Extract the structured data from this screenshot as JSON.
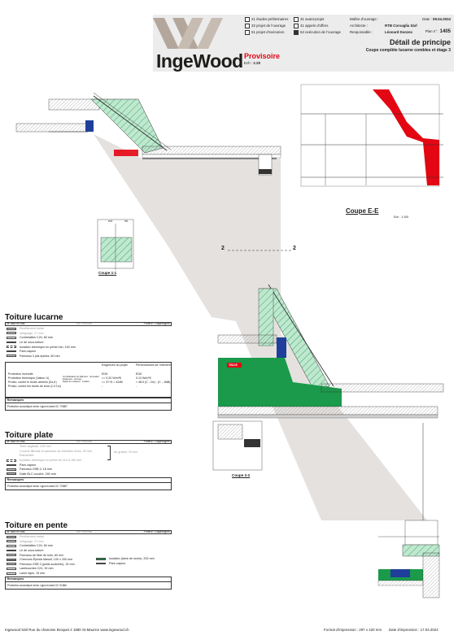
{
  "header": {
    "logo": "IngeWood",
    "status_label": "Provisoire",
    "scale_label": "Ech :",
    "scale_value": "1:20",
    "phases": [
      {
        "label": "21 études préliminaires",
        "checked": false
      },
      {
        "label": "31 avant-projet",
        "checked": false
      },
      {
        "label": "32 projet de l'ouvrage",
        "checked": false
      },
      {
        "label": "41 appels d'offres",
        "checked": false
      },
      {
        "label": "51 projet d'exécution",
        "checked": false
      },
      {
        "label": "52 exécution de l'ouvrage",
        "checked": true
      }
    ],
    "fields": {
      "owner_label": "Maître d'ouvrage :",
      "architect_label": "Architecte :",
      "architect_value": "RTB Corvaglia Sàrl",
      "responsible_label": "Responsable :",
      "responsible_value": "Léonard Donzec",
      "date_label": "Date :",
      "date_value": "09.04.2024",
      "plan_label": "Plan n° :",
      "plan_value": "1405"
    },
    "title": "Détail de principe",
    "subtitle": "Coupe complète lucarne combles et étage 3"
  },
  "drawing": {
    "coupe_ee": "Coupe E-E",
    "coupe_ee_scale": "Ech : 1:100",
    "coupe_11": "Coupe 1-1",
    "coupe_22": "Coupe 2-2",
    "section_marks": [
      "2",
      "2"
    ],
    "ext_label": "ext.",
    "int_label": "int.",
    "tag_red": "TB125"
  },
  "sections": {
    "lucarne": {
      "title": "Toiture lucarne",
      "sub": "de haut en bas",
      "col_mid": "non mandaté",
      "col_right": "Porteur / Diaphragme",
      "layers": [
        {
          "label": "Revêtement métal",
          "faded": true,
          "swatch": "#cfcfcf"
        },
        {
          "label": "Voligeage, 27 mm",
          "faded": true,
          "swatch": "#e5e5e5"
        },
        {
          "label": "Contrelattes C24, 60 mm",
          "faded": false,
          "swatch": "#ffffff"
        },
        {
          "label": "Lé de sous-toiture",
          "faded": false,
          "swatch": "#111111"
        },
        {
          "label": "Isolation thermique en pente min. 100 mm",
          "faded": false,
          "swatch": "#ffffff"
        },
        {
          "label": "Pare-vapeur",
          "faded": false,
          "swatch": "#e30613"
        },
        {
          "label": "Panneau 3 plis épicéa, 60 mm",
          "faded": false,
          "swatch": "#dcdcdc"
        }
      ],
      "perf_head": [
        "Exigences du projet",
        "Performances de l'élément"
      ],
      "perf_rows": [
        {
          "label": "Protection incendie",
          "req": "EI30",
          "perf": "EI30"
        },
        {
          "label": "Protection thermique (Valeur U)",
          "req": "<= 0.20 W/m²K",
          "perf": "0.13 W/m²K"
        },
        {
          "label": "Protec. contre le bruits aériens (Dᴀ,tr)",
          "req": "<= 37+5 = 42dB",
          "perf": "> 48.0 (C ; Ctr) : (C ; -8dB)"
        },
        {
          "label": "Protec. contre les bruits de choc (L'nT,w)",
          "req": "-",
          "perf": "-"
        }
      ],
      "perf_notes": [
        "Immobilisation du bâtiment : rénovation",
        "Exigences : accrues",
        "Degré de nuisance : modéré"
      ],
      "remarks_title": "Remarques",
      "remarks": "Protection acoustique selon Lignum data GC 703f87"
    },
    "plate": {
      "title": "Toiture plate",
      "sub": "de haut en bas",
      "col_mid": "non mandaté",
      "col_right": "Porteur / Diaphragme",
      "layers": [
        {
          "label": "Terre végétale, 100 mm",
          "faded": true,
          "swatch": "#ffffff"
        },
        {
          "label": "Couche filtrante et panneau de rétention d'eau, 35 mm",
          "faded": true,
          "swatch": "#ffffff"
        },
        {
          "label": "Étanchéité",
          "faded": true,
          "swatch": "#ffffff"
        },
        {
          "label": "Isolation thermique en pente de 210 à 160 mm",
          "faded": true,
          "swatch": "#ffffff"
        },
        {
          "label": "Pare-vapeur",
          "faded": false,
          "swatch": "#e30613"
        },
        {
          "label": "Panneau OSB 3, 18 mm",
          "faded": false,
          "swatch": "#cfcfcf"
        },
        {
          "label": "Dalle BLC couché, 240 mm",
          "faded": false,
          "swatch": "#b5b5b5"
        }
      ],
      "bracket_note": "Au gravier, 20 mm",
      "remarks_title": "Remarques",
      "remarks": "Protection acoustique selon Lignum data GC 703f87"
    },
    "pente": {
      "title": "Toiture en pente",
      "sub": "de haut en bas",
      "col_mid": "non mandaté",
      "col_right": "Porteur / Diaphragme",
      "layers": [
        {
          "label": "Revêtement métal",
          "faded": true,
          "swatch": "#cfcfcf"
        },
        {
          "label": "Voligeage, 27 mm",
          "faded": true,
          "swatch": "#e5e5e5"
        },
        {
          "label": "Contrelattes C24, 60 mm",
          "faded": false,
          "swatch": "#ffffff"
        },
        {
          "label": "Lé de sous-toiture",
          "faded": false,
          "swatch": "#111111"
        },
        {
          "label": "Panneau de fibre de bois, 60 mm",
          "faded": false,
          "swatch": "#dcdcdc"
        },
        {
          "label": "Chevrons Épicéa Massif, 100 x 200 mm",
          "faded": false,
          "swatch": "#8a8a8a"
        },
        {
          "label": "Panneau OSB 3 (joints scotchés), 15 mm",
          "faded": false,
          "swatch": "#cfcfcf"
        },
        {
          "label": "Lambourdes C24, 30 mm",
          "faded": false,
          "swatch": "#ffffff"
        },
        {
          "label": "Lame lapin, 19 mm",
          "faded": false,
          "swatch": "#ffffff"
        }
      ],
      "legend_extra": [
        {
          "label": "Isolation (laine de roche), 200 mm",
          "swatch": "#1a9a4a"
        },
        {
          "label": "Pare-vapeur",
          "swatch": "#e30613"
        }
      ],
      "remarks_title": "Remarques",
      "remarks": "Protection acoustique selon Lignum data GC 0186b"
    }
  },
  "footer": {
    "address": "Ingewood Sàrl Rue du chanoine Broquet 2 1890 St-Maurice www.ingewood.ch",
    "format": "Format d'impression : 297 x 420 mm",
    "print_date": "Date d'impression : 17.04.2024"
  },
  "colors": {
    "green": "#1a9a4a",
    "red": "#e30613",
    "blue": "#1f3f9a",
    "hatch_green": "#3aa86a"
  }
}
